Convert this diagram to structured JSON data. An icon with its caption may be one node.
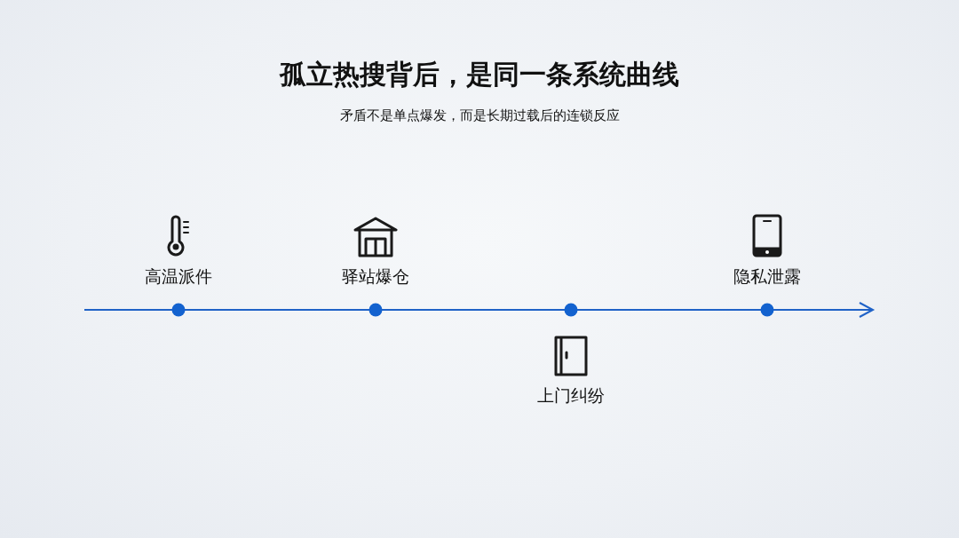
{
  "diagram": {
    "title": "孤立热搜背后，是同一条系统曲线",
    "labels": [
      "矛盾不是单点爆发，而是长期过载后的连锁反应",
      "高温派件",
      "驿站爆仓",
      "上门纠纷",
      "隐私泄露"
    ]
  }
}
